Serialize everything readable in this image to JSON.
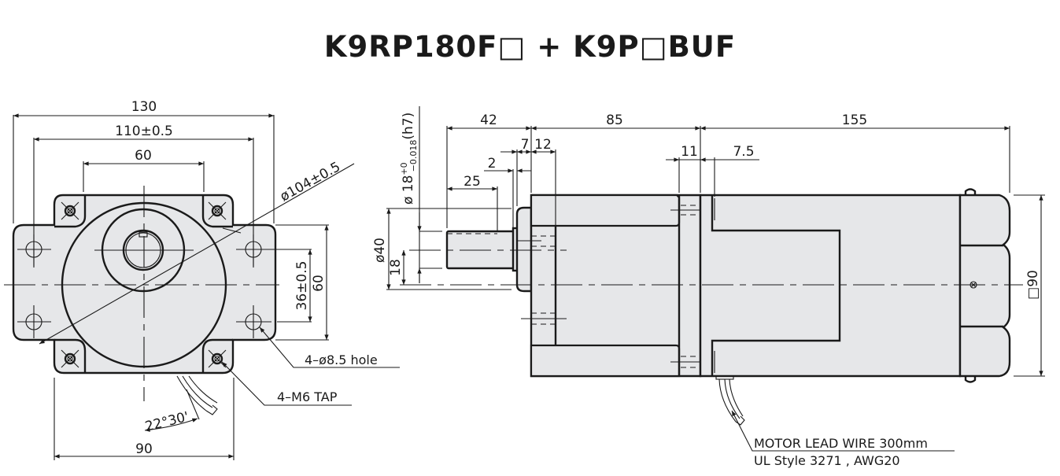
{
  "title": "K9RP180F□ + K9P□BUF",
  "front_view": {
    "dimensions": {
      "overall_width": "130",
      "hole_pitch": "110±0.5",
      "tap_pitch": "60",
      "pilot_diameter": "ø104±0.5",
      "hole_vertical_pitch": "36±0.5",
      "flange_height": "60",
      "base_width": "90",
      "wire_angle": "22°30'"
    },
    "callouts": {
      "holes": "4–ø8.5  hole",
      "taps": "4–M6  TAP"
    }
  },
  "side_view": {
    "dimensions": {
      "shaft_total": "42",
      "gearhead_length": "85",
      "motor_length": "155",
      "step_7": "7",
      "step_12": "12",
      "step_2": "2",
      "key_length": "25",
      "shaft_diameter_main": "ø 18",
      "shaft_tol_upper": "+0",
      "shaft_tol_lower": "−0.018",
      "shaft_fit": "(h7)",
      "boss_diameter": "ø40",
      "center_height": "18",
      "flange_11": "11",
      "flange_7_5": "7.5",
      "square_size": "□90"
    },
    "callouts": {
      "lead_wire_line1": "MOTOR LEAD WIRE 300mm",
      "lead_wire_line2": "UL Style 3271 , AWG20"
    }
  },
  "colors": {
    "body_fill": "#e6e7e9",
    "line": "#1a1a1a"
  }
}
